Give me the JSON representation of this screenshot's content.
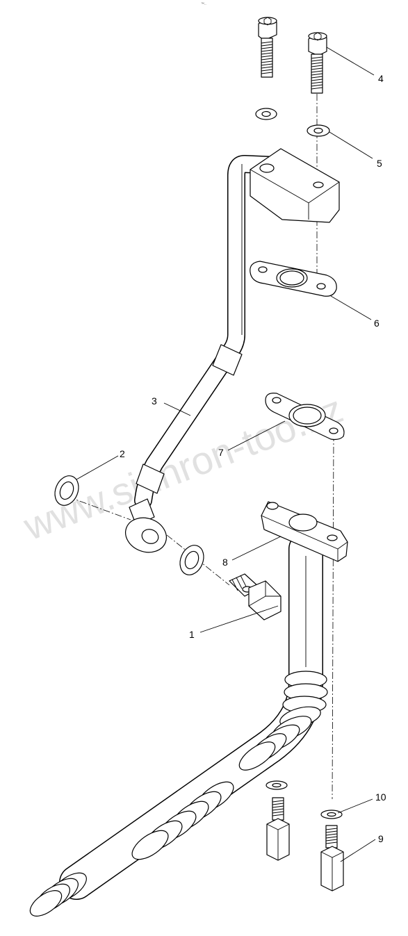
{
  "header_mark": "™..",
  "watermark": "www.sinhron-too.kz",
  "callouts": [
    "1",
    "2",
    "3",
    "4",
    "5",
    "6",
    "7",
    "8",
    "9",
    "10"
  ]
}
